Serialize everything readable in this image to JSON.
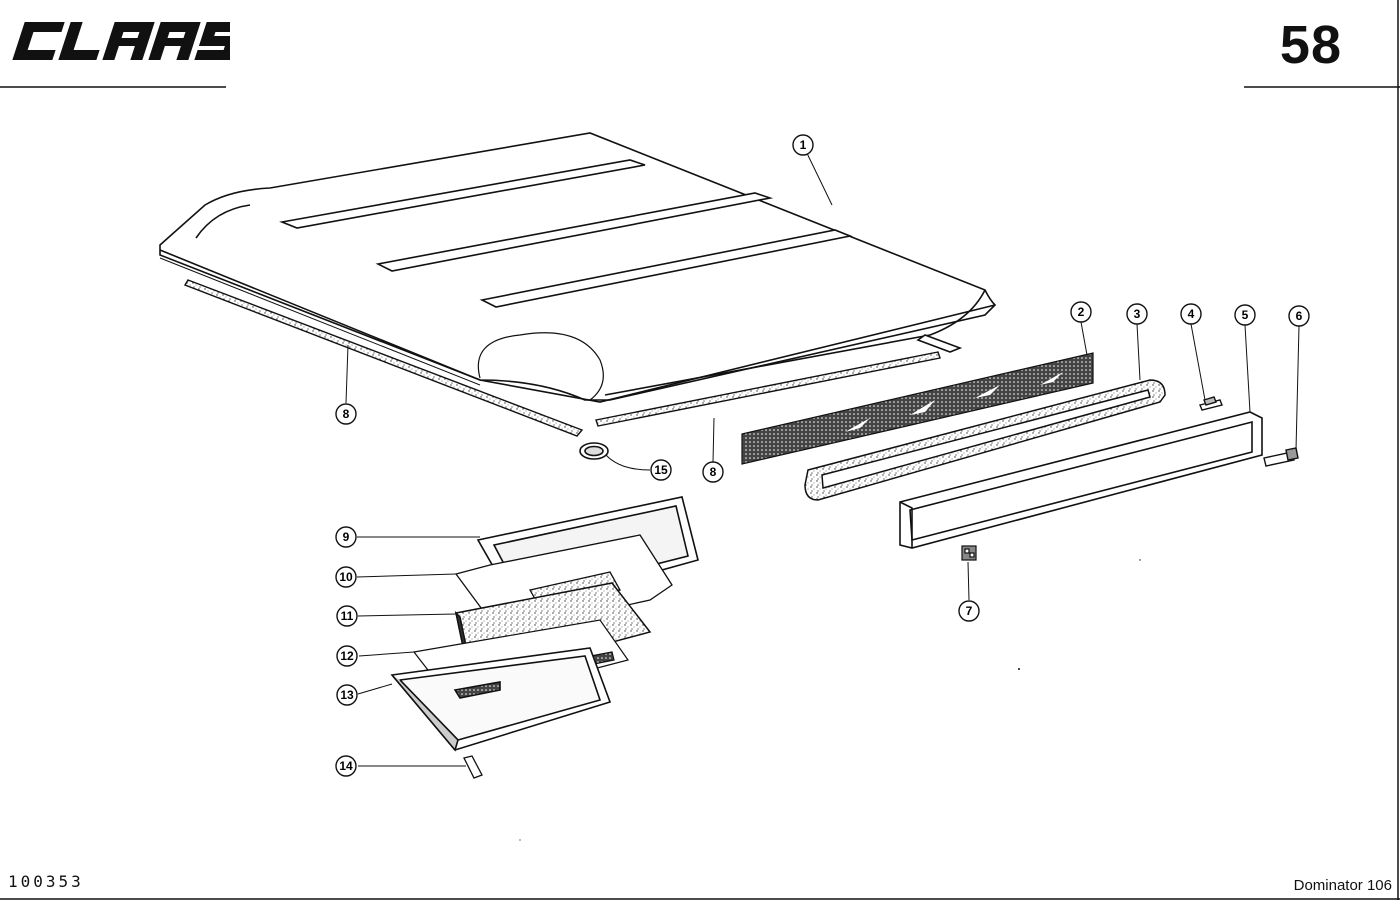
{
  "header": {
    "brand": "CLAAS",
    "page_number": "58"
  },
  "footer": {
    "doc_code": "100353",
    "model": "Dominator 106"
  },
  "diagram": {
    "callouts": [
      {
        "id": "c1",
        "label": "1"
      },
      {
        "id": "c2",
        "label": "2"
      },
      {
        "id": "c3",
        "label": "3"
      },
      {
        "id": "c4",
        "label": "4"
      },
      {
        "id": "c5",
        "label": "5"
      },
      {
        "id": "c6",
        "label": "6"
      },
      {
        "id": "c7",
        "label": "7"
      },
      {
        "id": "c8a",
        "label": "8"
      },
      {
        "id": "c8b",
        "label": "8"
      },
      {
        "id": "c9",
        "label": "9"
      },
      {
        "id": "c10",
        "label": "10"
      },
      {
        "id": "c11",
        "label": "11"
      },
      {
        "id": "c12",
        "label": "12"
      },
      {
        "id": "c13",
        "label": "13"
      },
      {
        "id": "c14",
        "label": "14"
      },
      {
        "id": "c15",
        "label": "15"
      }
    ]
  }
}
